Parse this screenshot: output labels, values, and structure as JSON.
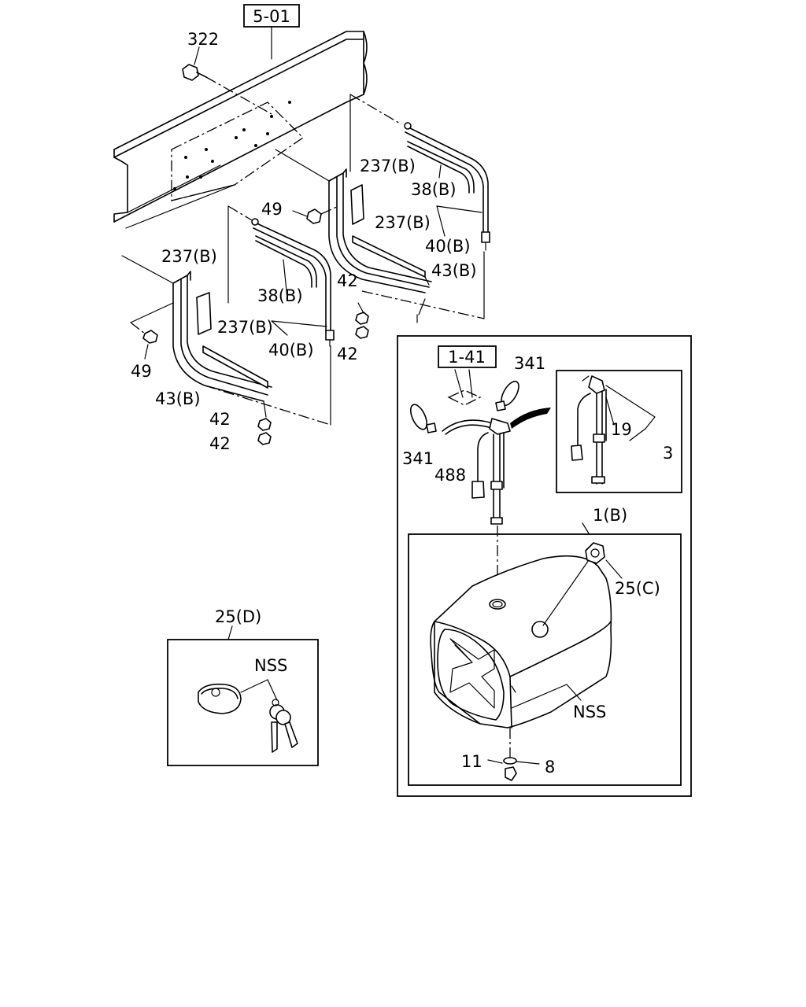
{
  "refs": {
    "frame": "5-01",
    "sensor": "1-41"
  },
  "labels": {
    "p322": "322",
    "p237b_1": "237(B)",
    "p38b_1": "38(B)",
    "p237b_2": "237(B)",
    "p49_1": "49",
    "p40b_1": "40(B)",
    "p43b_1": "43(B)",
    "p42_1": "42",
    "p237b_3": "237(B)",
    "p38b_2": "38(B)",
    "p237b_4": "237(B)",
    "p40b_2": "40(B)",
    "p42_2": "42",
    "p49_2": "49",
    "p43b_2": "43(B)",
    "p42_3": "42",
    "p42_4": "42",
    "p341_1": "341",
    "p341_2": "341",
    "p488": "488",
    "p19": "19",
    "p3": "3",
    "p1b": "1(B)",
    "p25c": "25(C)",
    "pnss_tank": "NSS",
    "p11": "11",
    "p8": "8",
    "p25d": "25(D)",
    "pnss_cap": "NSS"
  }
}
